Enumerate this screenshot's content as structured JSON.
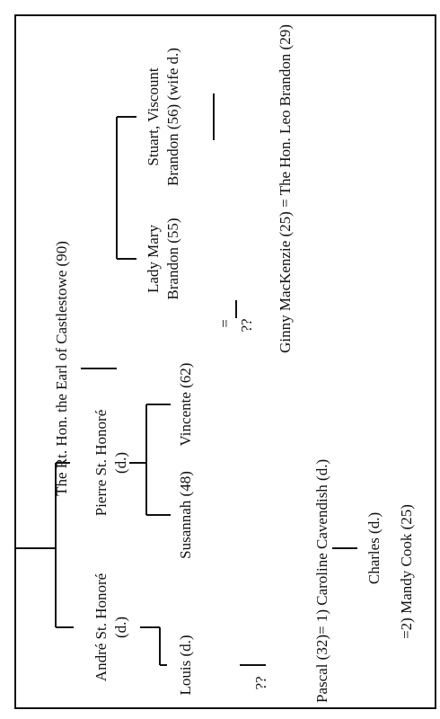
{
  "tree": {
    "earl": "The Rt. Hon. the Earl of Castlestowe (90)",
    "stuart_line1": "Stuart, Viscount",
    "stuart_line2": "Brandon (56) (wife d.)",
    "mary_line1": "Lady Mary",
    "mary_line2": "Brandon (55)",
    "equals": "=",
    "unknown_1": "??",
    "leo": "Ginny MacKenzie (25) = The Hon. Leo Brandon (29)",
    "pierre_line1": "Pierre St. Honoré",
    "pierre_line2": "(d.)",
    "vincente": "Vincente (62)",
    "susannah": "Susannah (48)",
    "andre_line1": "André St. Honoré",
    "andre_line2": "(d.)",
    "louis": "Louis (d.)",
    "unknown_2": "??",
    "pascal": "Pascal (32)= 1) Caroline Cavendish (d.)",
    "charles": "Charles (d.)",
    "mandy": "=2) Mandy Cook (25)"
  }
}
